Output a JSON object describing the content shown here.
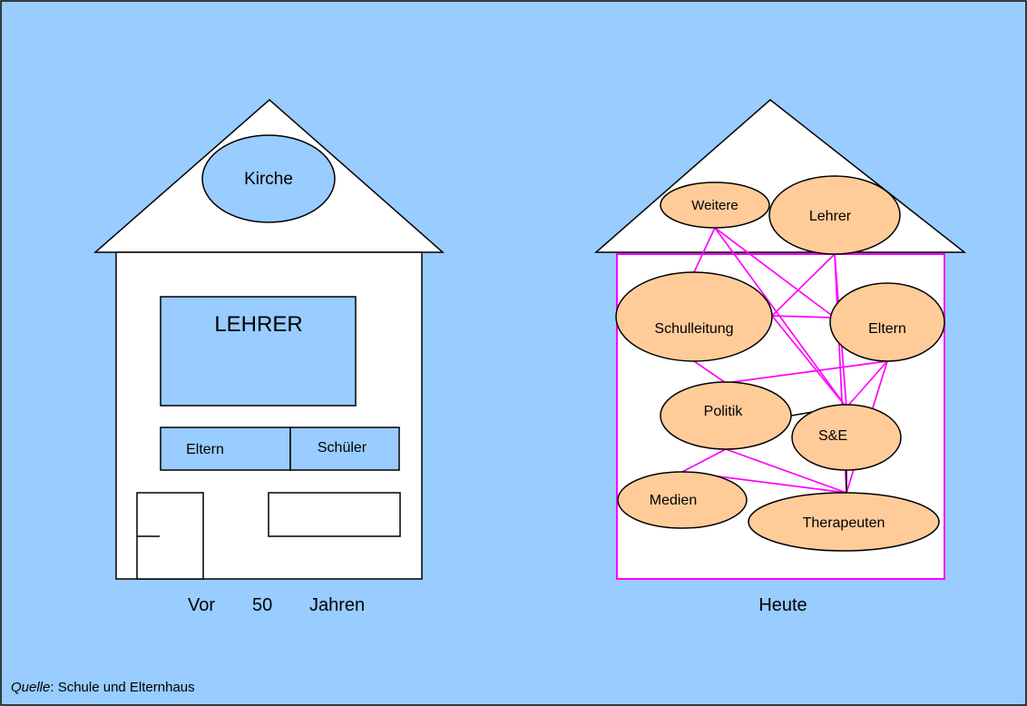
{
  "colors": {
    "background": "#99ccff",
    "house": "#ffffff",
    "stroke": "#000000",
    "old_fill": "#99ccff",
    "node_fill": "#ffcc99",
    "link": "#ff00ff"
  },
  "old_house": {
    "caption": {
      "part1": "Vor",
      "part2": "50",
      "part3": "Jahren"
    },
    "church_label": "Kirche",
    "teacher_label": "LEHRER",
    "parents_label": "Eltern",
    "students_label": "Schüler"
  },
  "new_house": {
    "caption": "Heute",
    "nodes": {
      "weitere": "Weitere",
      "lehrer": "Lehrer",
      "schulleitung": "Schulleitung",
      "eltern": "Eltern",
      "politik": "Politik",
      "se": "S&E",
      "medien": "Medien",
      "therapeuten": "Therapeuten"
    }
  },
  "source": {
    "label": "Quelle",
    "text": ": Schule und Elternhaus"
  }
}
